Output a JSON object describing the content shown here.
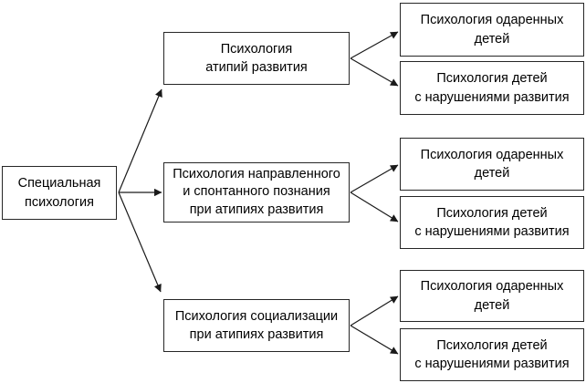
{
  "diagram": {
    "title": "Structure of special psychology (flowchart)",
    "colors": {
      "background": "#ffffff",
      "box_fill": "#ffffff",
      "box_border": "#262626",
      "text": "#000000",
      "arrow": "#1a1a1a"
    },
    "root": {
      "label": "Специальная\nпсихология"
    },
    "branches": [
      {
        "label": "Психология\nатипий развития",
        "children": [
          {
            "label": "Психология одаренных\nдетей"
          },
          {
            "label": "Психология детей\nс нарушениями развития"
          }
        ]
      },
      {
        "label": "Психология направленного\nи спонтанного познания\nпри атипиях развития",
        "children": [
          {
            "label": "Психология одаренных\nдетей"
          },
          {
            "label": "Психология детей\nс нарушениями развития"
          }
        ]
      },
      {
        "label": "Психология социализации\nпри атипиях развития",
        "children": [
          {
            "label": "Психология одаренных\nдетей"
          },
          {
            "label": "Психология детей\nс нарушениями развития"
          }
        ]
      }
    ]
  }
}
